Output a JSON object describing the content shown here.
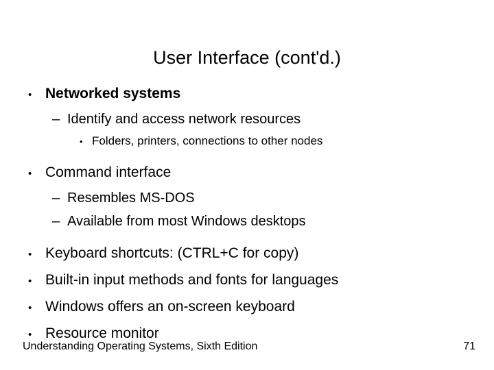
{
  "slide": {
    "title": "User Interface (cont'd.)",
    "background_color": "#ffffff",
    "text_color": "#000000",
    "bullet_glyph_level1": "•",
    "bullet_glyph_level2": "–",
    "bullet_glyph_level3": "•",
    "groups": [
      {
        "items": [
          {
            "level": 1,
            "bold": true,
            "text": "Networked systems"
          },
          {
            "level": 2,
            "bold": false,
            "text": "Identify and access network resources"
          },
          {
            "level": 3,
            "bold": false,
            "text": "Folders, printers, connections to other nodes"
          }
        ]
      },
      {
        "items": [
          {
            "level": 1,
            "bold": false,
            "text": "Command interface"
          },
          {
            "level": 2,
            "bold": false,
            "text": "Resembles MS-DOS"
          },
          {
            "level": 2,
            "bold": false,
            "text": "Available from most Windows desktops"
          }
        ]
      },
      {
        "items": [
          {
            "level": 1,
            "bold": false,
            "text": "Keyboard shortcuts: (CTRL+C for copy)"
          },
          {
            "level": 1,
            "bold": false,
            "text": "Built-in input methods and fonts for languages"
          },
          {
            "level": 1,
            "bold": false,
            "text": "Windows offers an on-screen keyboard"
          },
          {
            "level": 1,
            "bold": false,
            "text": "Resource monitor"
          }
        ]
      }
    ]
  },
  "footer": {
    "text": "Understanding Operating Systems, Sixth Edition",
    "page_number": "71"
  }
}
